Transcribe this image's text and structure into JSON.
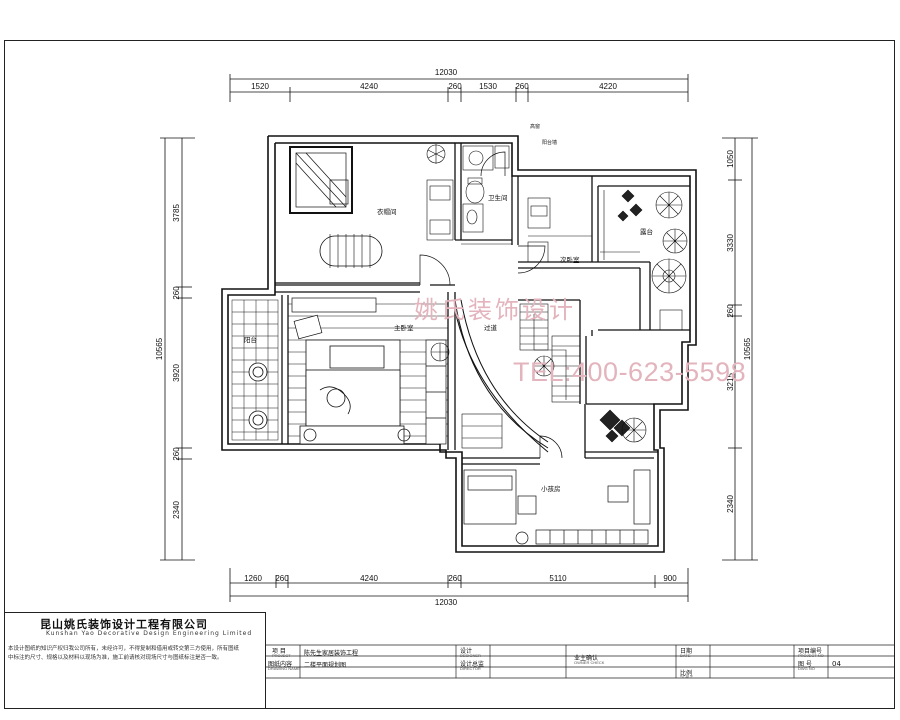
{
  "drawing": {
    "watermark_name": "姚氏装饰设计",
    "watermark_phone": "TEL:400-623-5598",
    "dims_top": {
      "total": "12030",
      "segments": [
        "1520",
        "4240",
        "260",
        "1530",
        "260",
        "4220"
      ]
    },
    "dims_bottom": {
      "total": "12030",
      "segments": [
        "1260",
        "260",
        "4240",
        "260",
        "5110",
        "900"
      ]
    },
    "dims_left": {
      "total": "10565",
      "segments": [
        "3785",
        "260",
        "3920",
        "260",
        "2340"
      ]
    },
    "dims_right": {
      "total": "10565",
      "segments": [
        "1050",
        "3330",
        "260",
        "3215",
        "2340"
      ]
    },
    "room_labels": [
      "衣帽间",
      "卫生间",
      "次卧室",
      "主卧室",
      "过道",
      "阳台",
      "小孩房",
      "露台"
    ],
    "small_notes": [
      "高窗",
      "阳台墙"
    ]
  },
  "title_block": {
    "company_name": "昆山姚氏装饰设计工程有限公司",
    "company_name_en": "Kunshan Yao Decorative Design Engineering Limited",
    "note_line1": "本设计图纸的知识产权归我公司所有，未经许可，不得复制和借用或转交第三方使用，所有图纸",
    "note_line2": "中标注的尺寸、规格以及材料以现场为准，施工前请核对现场尺寸与图纸标注是否一致。",
    "project_label": "项 目",
    "project_label_en": "PROJECT",
    "project_value": "陈先生家居装饰工程",
    "drawing_label": "图纸内容",
    "drawing_label_en": "DRAWING NAME",
    "drawing_value": "二楼平面规划图",
    "design_label": "设计",
    "design_label_en": "DESIGNER",
    "design_check_label": "设计总监",
    "design_check_label_en": "DIRECTOR",
    "client_label": "业主确认",
    "client_label_en": "OWNER CHECK",
    "date_label": "日期",
    "date_label_en": "DATE",
    "scale_label": "比例",
    "scale_label_en": "SCALE",
    "project_no_label": "项目编号",
    "project_no_label_en": "PROJECT NO",
    "sheet_no_label": "图 号",
    "sheet_no_label_en": "DWG NO",
    "sheet_no_value": "04"
  }
}
